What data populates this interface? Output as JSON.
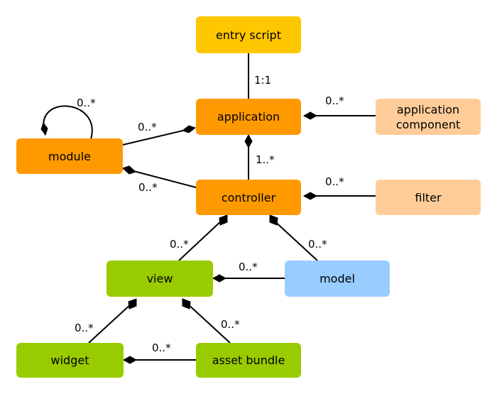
{
  "colors": {
    "entry": "#FFC700",
    "core": "#FF9900",
    "component": "#FFCC99",
    "view": "#99CC00",
    "model": "#99CCFF",
    "line": "#000000"
  },
  "nodes": {
    "entry_script": "entry script",
    "application": "application",
    "application_component": "application\ncomponent",
    "module": "module",
    "controller": "controller",
    "filter": "filter",
    "view": "view",
    "model": "model",
    "widget": "widget",
    "asset_bundle": "asset bundle"
  },
  "multiplicities": {
    "entry_to_app": "1:1",
    "app_components": "0..*",
    "module_self": "0..*",
    "app_modules": "0..*",
    "app_controllers": "1..*",
    "module_controllers": "0..*",
    "controller_filters": "0..*",
    "controller_views": "0..*",
    "controller_models": "0..*",
    "view_models": "0..*",
    "view_widgets": "0..*",
    "view_assets": "0..*",
    "widget_assets": "0..*"
  }
}
